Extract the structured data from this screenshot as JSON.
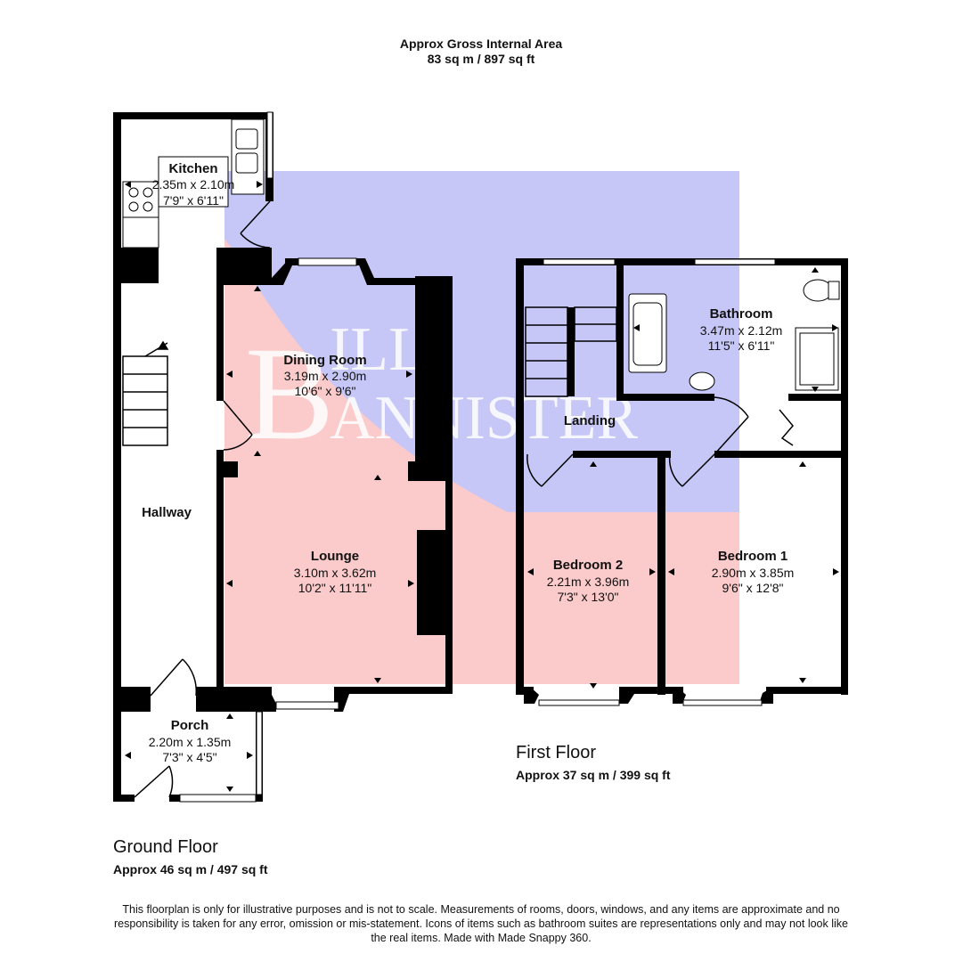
{
  "total": {
    "title": "Approx Gross Internal Area",
    "value": "83 sq m / 897 sq ft"
  },
  "ground_floor": {
    "name": "Ground Floor",
    "area": "Approx 46 sq m / 497 sq ft",
    "rooms": {
      "kitchen": {
        "name": "Kitchen",
        "metric": "2.35m x 2.10m",
        "imperial": "7'9\" x 6'11\""
      },
      "dining": {
        "name": "Dining Room",
        "metric": "3.19m x 2.90m",
        "imperial": "10'6\" x 9'6\""
      },
      "hallway": {
        "name": "Hallway"
      },
      "lounge": {
        "name": "Lounge",
        "metric": "3.10m x 3.62m",
        "imperial": "10'2\" x 11'11\""
      },
      "porch": {
        "name": "Porch",
        "metric": "2.20m x 1.35m",
        "imperial": "7'3\" x 4'5\""
      }
    }
  },
  "first_floor": {
    "name": "First Floor",
    "area": "Approx 37 sq m / 399 sq ft",
    "rooms": {
      "bathroom": {
        "name": "Bathroom",
        "metric": "3.47m x 2.12m",
        "imperial": "11'5\" x 6'11\""
      },
      "landing": {
        "name": "Landing"
      },
      "bedroom2": {
        "name": "Bedroom 2",
        "metric": "2.21m x 3.96m",
        "imperial": "7'3\" x 13'0\""
      },
      "bedroom1": {
        "name": "Bedroom 1",
        "metric": "2.90m x 3.85m",
        "imperial": "9'6\" x 12'8\""
      }
    }
  },
  "watermark": {
    "text": "BILL BANNISTER",
    "colors": {
      "blue": "#c6c6f7",
      "pink": "#fbcaca",
      "red": "#f4b0b0"
    }
  },
  "colors": {
    "wall": "#000000",
    "window": "#ffffff"
  },
  "disclaimer": "This floorplan is only for illustrative purposes and is not to scale. Measurements of rooms, doors, windows, and any items are approximate and no responsibility is taken for any error, omission or mis-statement. Icons of items such as bathroom suites are representations only and may not look like the real items. Made with Made Snappy 360."
}
